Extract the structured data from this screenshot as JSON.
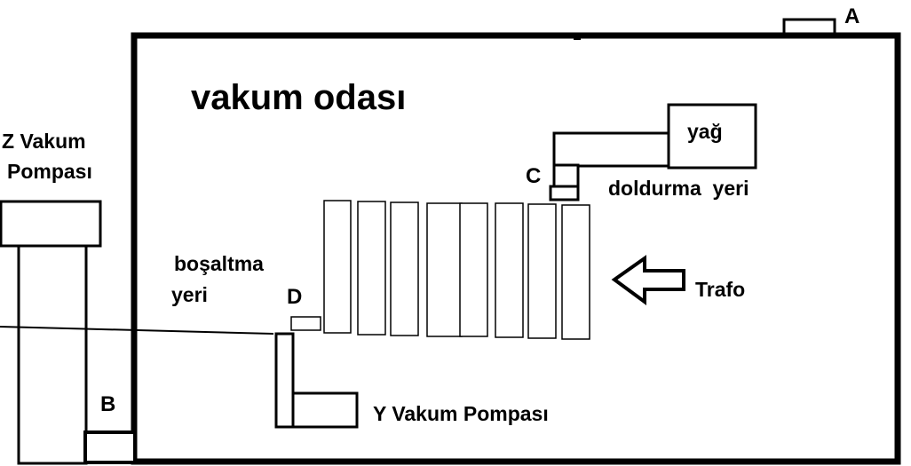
{
  "colors": {
    "stroke": "#000000",
    "background": "#ffffff"
  },
  "title": "vakum odası",
  "labels": {
    "a": "A",
    "b": "B",
    "c": "C",
    "d": "D",
    "oil": "yağ",
    "fill_place": "doldurma  yeri",
    "z_pump_line1": "Z Vakum",
    "z_pump_line2": "Pompası",
    "drain_line1": "boşaltma",
    "drain_line2": "yeri",
    "transformer": "Trafo",
    "y_pump": "Y Vakum Pompası"
  },
  "icons": {
    "transformer_pointer": "left-arrow-icon"
  }
}
